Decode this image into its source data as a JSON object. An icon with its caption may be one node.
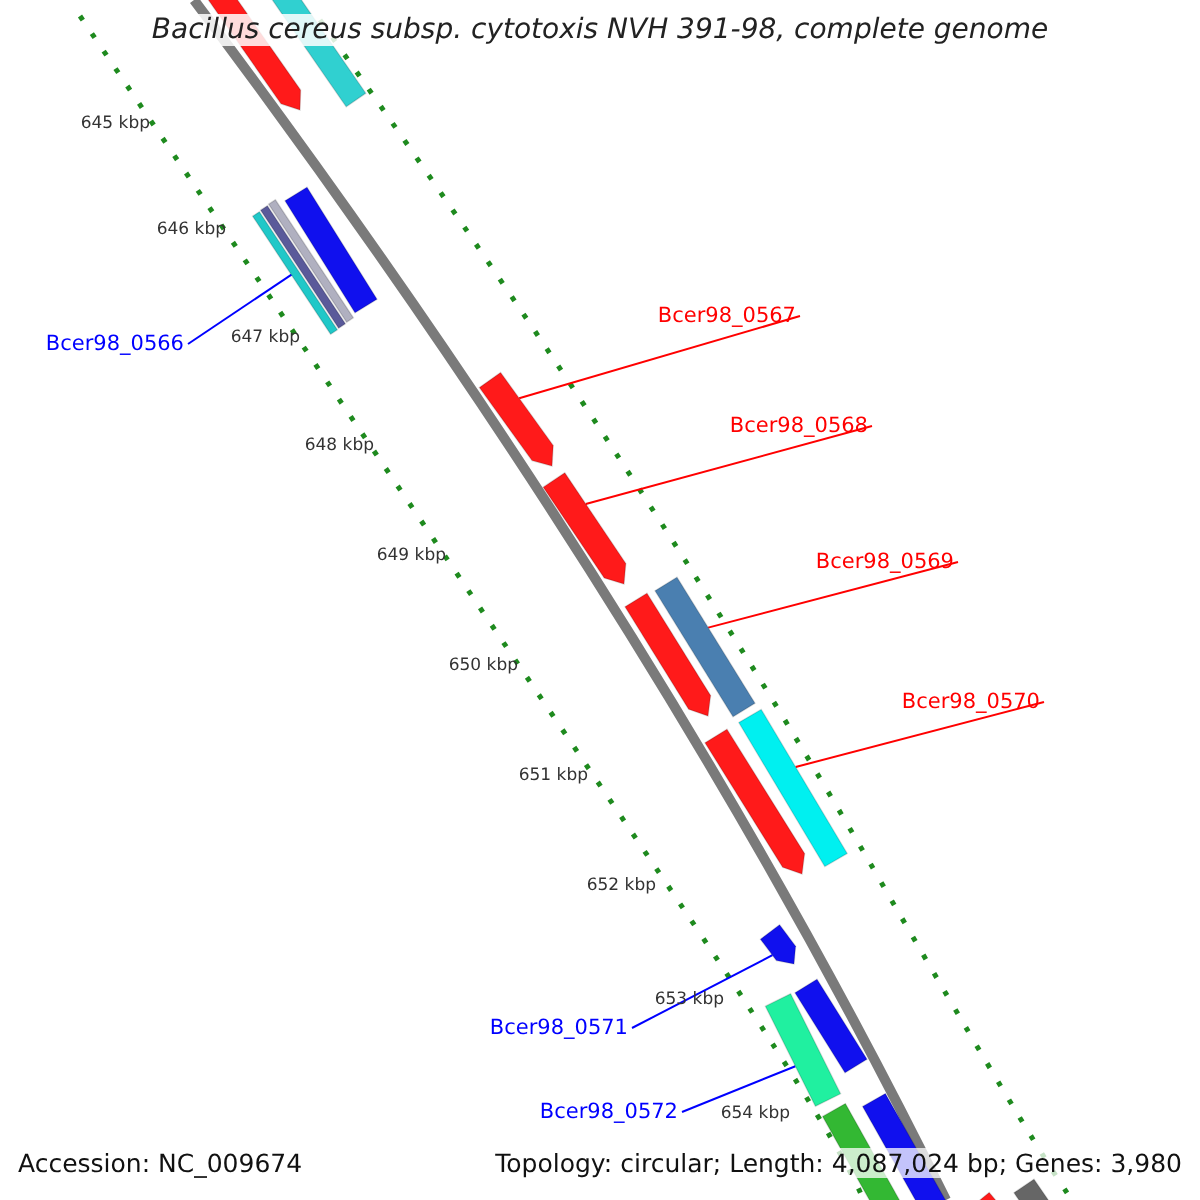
{
  "diagram": {
    "title": "Bacillus cereus subsp. cytotoxis NVH 391-98, complete genome",
    "nodes": [
      {
        "text": [],
        "shape": "arrow"
      },
      {
        "text": [],
        "shape": "bar"
      },
      {
        "text": [],
        "shape": "bar"
      },
      {
        "text": [
          "Bcer98_0566"
        ]
      },
      {
        "text": [],
        "shape": "bar"
      },
      {
        "text": [
          "Bcer98_0567"
        ]
      },
      {
        "text": [],
        "shape": "arrow"
      },
      {
        "text": [
          "Bcer98_0568"
        ]
      },
      {
        "text": [],
        "shape": "arrow"
      },
      {
        "text": [
          "Bcer98_0569"
        ]
      },
      {
        "text": [],
        "shape": "bar"
      },
      {
        "text": [],
        "shape": "arrow"
      },
      {
        "text": [
          "Bcer98_0570"
        ]
      },
      {
        "text": [],
        "shape": "bar"
      },
      {
        "text": [],
        "shape": "arrow"
      },
      {
        "text": [
          "Bcer98_0571"
        ]
      },
      {
        "text": [],
        "shape": "arrow"
      },
      {
        "text": [
          "Bcer98_0572"
        ]
      },
      {
        "text": [],
        "shape": "bar"
      },
      {
        "text": [],
        "shape": "bar"
      },
      {
        "text": [],
        "shape": "bar"
      },
      {
        "text": [],
        "shape": "bar"
      },
      {
        "text": [],
        "shape": "bar"
      },
      {
        "text": [],
        "shape": "bar"
      }
    ],
    "edges": [
      {
        "from": 3,
        "to": 4,
        "arrow": "none",
        "color": "#0000ff"
      },
      {
        "from": 5,
        "to": 6,
        "arrow": "none"
      },
      {
        "from": 7,
        "to": 8,
        "arrow": "none"
      },
      {
        "from": 9,
        "to": 10,
        "arrow": "none"
      },
      {
        "from": 12,
        "to": 13,
        "arrow": "none"
      },
      {
        "from": 15,
        "to": 16,
        "arrow": "none",
        "color": "#0000ff"
      },
      {
        "from": 17,
        "to": 18,
        "arrow": "none",
        "color": "#0000ff"
      }
    ],
    "labels": [
      "645 kbp",
      "646 kbp",
      "647 kbp",
      "648 kbp",
      "649 kbp",
      "650 kbp",
      "651 kbp",
      "652 kbp",
      "653 kbp",
      "654 kbp",
      "Accession: NC_009674",
      "Topology: circular; Length: 4,087,024 bp; Genes: 3,980"
    ]
  }
}
